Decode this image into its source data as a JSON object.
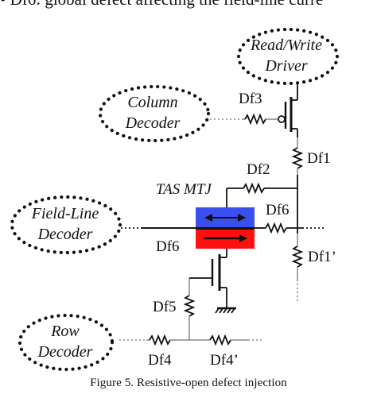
{
  "top_text": "•    Df6: global defect affecting the field-line curre",
  "blocks": {
    "read_write_driver": [
      "Read/Write",
      "Driver"
    ],
    "column_decoder": [
      "Column",
      "Decoder"
    ],
    "field_line_decoder": [
      "Field-Line",
      "Decoder"
    ],
    "row_decoder": [
      "Row",
      "Decoder"
    ]
  },
  "labels": {
    "df1": "Df1",
    "df1_prime": "Df1’",
    "df2": "Df2",
    "df3": "Df3",
    "df4": "Df4",
    "df4_prime": "Df4’",
    "df5": "Df5",
    "df6_left": "Df6",
    "df6_right": "Df6",
    "tas_mtj": "TAS MTJ"
  },
  "caption": "Figure 5.    Resistive-open defect injection",
  "colors": {
    "mtj_top_layer": "#3a4ff0",
    "mtj_bottom_layer": "#ff1010",
    "wire": "#111111",
    "defect_wire": "#9a9a9a"
  }
}
